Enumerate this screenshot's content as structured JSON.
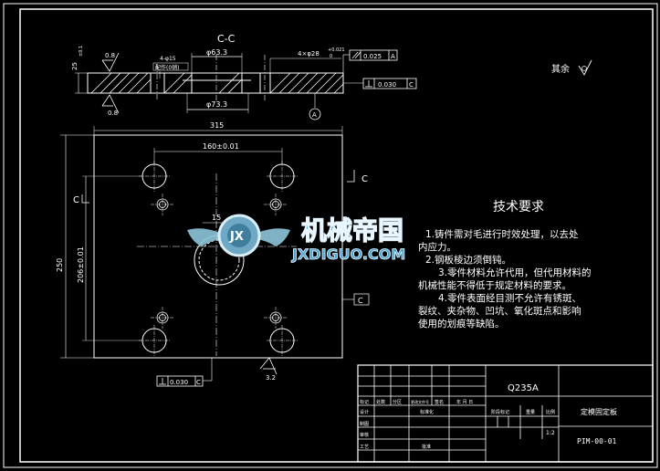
{
  "section": {
    "label": "C-C",
    "dim_top_bore": "φ63.3",
    "dim_bottom_bore": "φ73.3",
    "dim_holes": "4×φ28",
    "dim_holes_tol_upper": "+0.021",
    "dim_holes_tol_lower": "0",
    "parallel_tol": "0.025",
    "parallel_datum": "A",
    "perp_tol": "0.030",
    "perp_datum": "C",
    "thickness": "25",
    "thickness_tol": "±0.1",
    "roughness_left": "0.8",
    "roughness_bottom": "0.8",
    "thread_note": "4-φ15",
    "thread_note2": "配作(0销)",
    "datum_a": "A"
  },
  "roughness_rest": {
    "label": "其余",
    "value": "▽"
  },
  "plan": {
    "dim_width": "315",
    "dim_hole_pitch_x": "160±0.01",
    "dim_height": "250",
    "dim_hole_pitch_y": "206±0.01",
    "dim_15": "15",
    "section_mark_left": "C",
    "section_mark_right": "C",
    "datum_c": "C",
    "perp_tol": "0.030",
    "perp_datum": "C",
    "roughness": "3.2"
  },
  "tech_req": {
    "title": "技术要求",
    "items": [
      "1.铸件需对毛进行时效处理，以去处",
      "内应力。",
      "2.钢板棱边须倒钝。",
      "3.零件材料允许代用，但代用材料的",
      "机械性能不得低于规定材料的要求。",
      "4.零件表面经目测不允许有锈斑、",
      "裂纹、夹杂物、凹坑、氧化斑点和影响",
      "使用的划痕等缺陷。"
    ]
  },
  "watermark": {
    "name": "机械帝国",
    "url": "JXDIGUO.COM",
    "emblem": "JX"
  },
  "title_block": {
    "material": "Q235A",
    "part_name": "定模固定板",
    "drawing_no": "PIM-00-01",
    "scale": "1:2",
    "headers": [
      "标记",
      "处数",
      "分区",
      "更改文件号",
      "签名",
      "年 月 日"
    ],
    "rows": [
      "设计",
      "制图",
      "审核",
      "工艺"
    ],
    "std": "标准化",
    "approve": "批准",
    "stage": "阶段标记",
    "weight": "重量",
    "ratio": "比例"
  }
}
